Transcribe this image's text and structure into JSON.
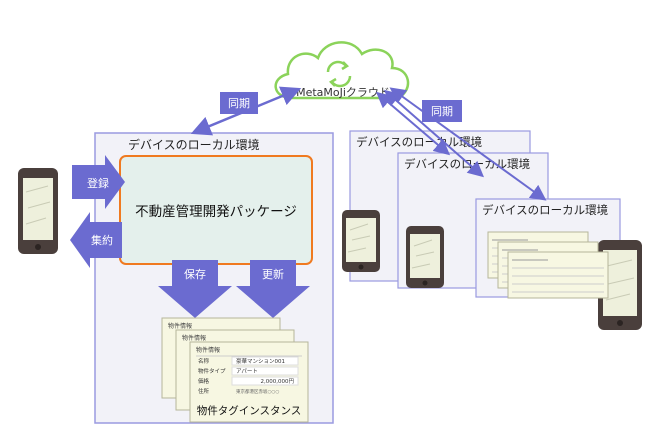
{
  "cloud": {
    "label": "MetaMoJiクラウド"
  },
  "arrows": {
    "sync_left": "同期",
    "sync_right": "同期",
    "register": "登録",
    "aggregate": "集約",
    "save": "保存",
    "update": "更新"
  },
  "main_env": {
    "title": "デバイスのローカル環境"
  },
  "package": {
    "label": "不動産管理開発パッケージ"
  },
  "remote_envs": [
    {
      "title": "デバイスのローカル環境"
    },
    {
      "title": "デバイスのローカル環境"
    },
    {
      "title": "デバイスのローカル環境"
    }
  ],
  "doc_stack": {
    "caption": "物件タグインスタンス",
    "header": "物件情報",
    "rows": [
      {
        "label": "名称",
        "value": "豪華マンション001"
      },
      {
        "label": "物件タイプ",
        "value": "アパート"
      },
      {
        "label": "価格",
        "value": "2,000,000円"
      },
      {
        "label": "住所",
        "value": "東京都港区赤坂○○○"
      }
    ]
  },
  "colors": {
    "arrow": "#6b6bd0",
    "env_border": "#9a9ae0",
    "env_fill": "#f2f2f8",
    "package_border": "#f07a20",
    "package_fill": "#e4f0ec",
    "cloud_stroke": "#8bd35a",
    "doc_fill": "#f7f7e2"
  }
}
